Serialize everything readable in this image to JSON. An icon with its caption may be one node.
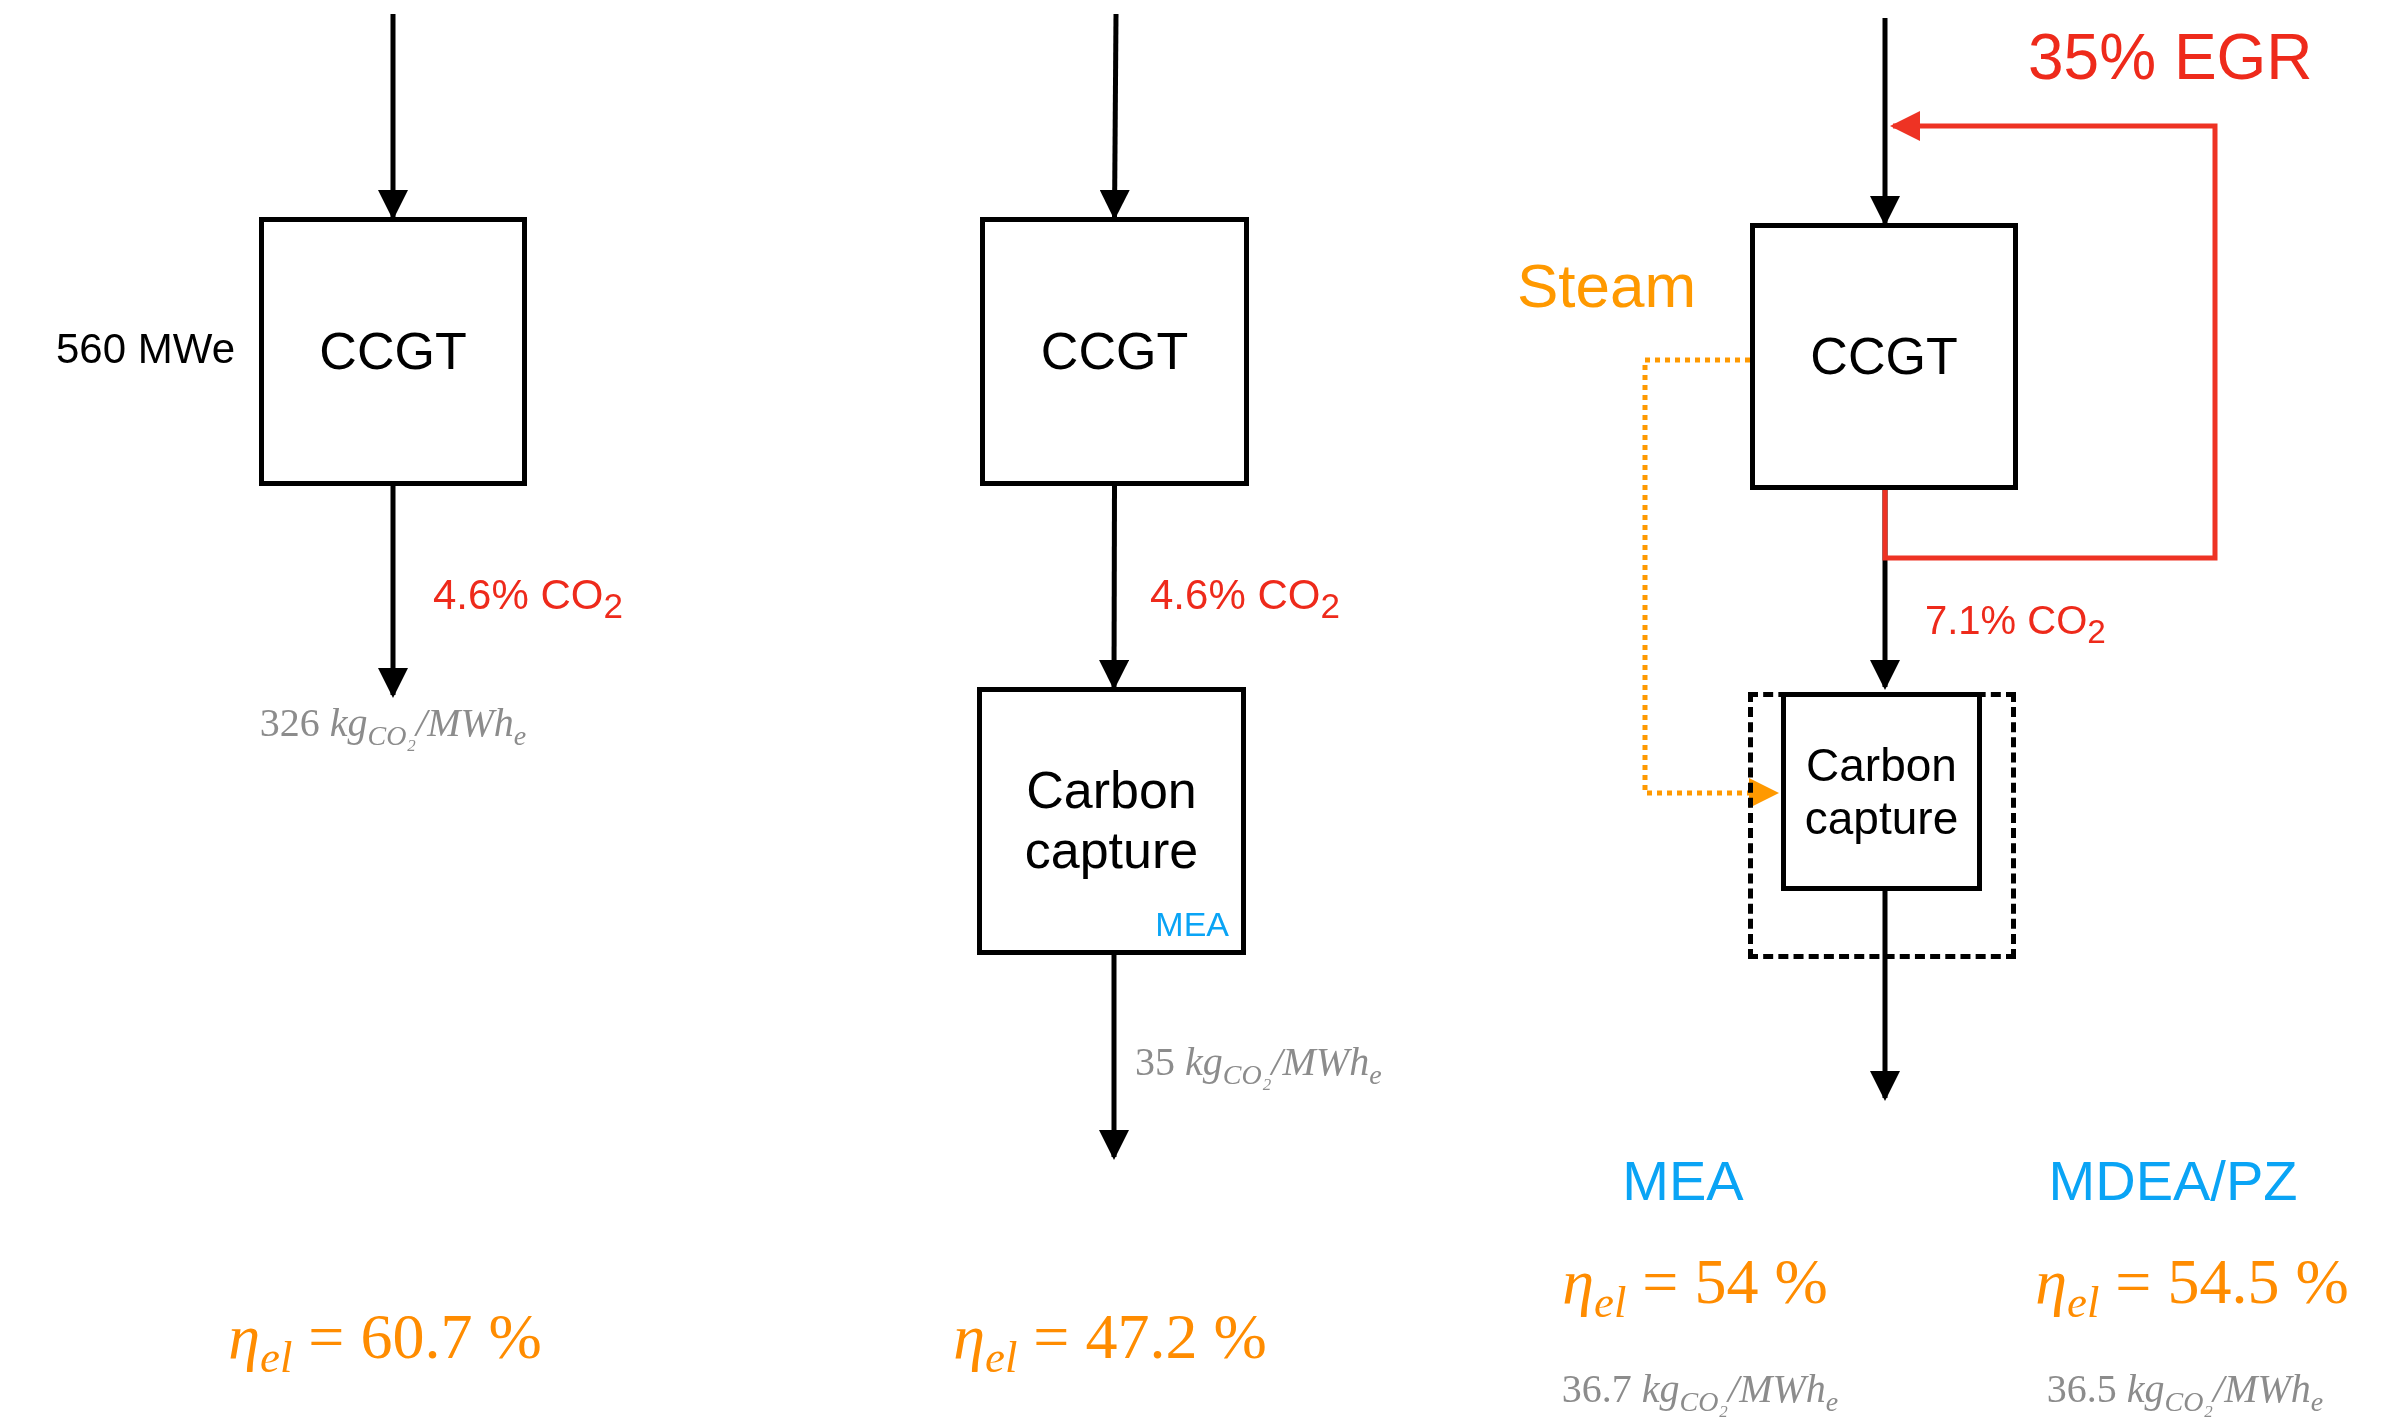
{
  "diagram": {
    "nodes": [
      {
        "text": [
          "CCGT"
        ],
        "beside": [
          "560 MWe"
        ]
      },
      {
        "text": [
          "CCGT"
        ]
      },
      {
        "text": [
          "Carbon capture",
          "MEA"
        ]
      },
      {
        "text": [
          "CCGT"
        ]
      },
      {
        "text": [],
        "shape": "box"
      },
      {
        "text": [
          "Carbon capture"
        ],
        "in": 4
      },
      {
        "text": [
          "326 *kg*$_{CO₂}$*/MWh*$_{e}$"
        ]
      }
    ],
    "edges": [
      {
        "from": null,
        "to": 0,
        "arrow": "to"
      },
      {
        "from": 0,
        "to": 6,
        "arrow": "to",
        "label": "4.6% CO$_{2}$"
      },
      {
        "from": null,
        "to": 1,
        "arrow": "to"
      },
      {
        "from": 1,
        "to": 2,
        "arrow": "to",
        "label": "4.6% CO$_{2}$"
      },
      {
        "from": 2,
        "to": null,
        "arrow": "to",
        "label": "35 *kg*$_{CO₂}$*/MWh*$_{e}$"
      },
      {
        "from": null,
        "to": 3,
        "arrow": "to"
      },
      {
        "from": 3,
        "to": 5,
        "arrow": "to",
        "label": "7.1% CO$_{2}$"
      },
      {
        "from": 3,
        "to": null,
        "arrow": "to",
        "label": "35% EGR",
        "color": "#ee3324"
      },
      {
        "from": 3,
        "to": 5,
        "arrow": "to",
        "label": "Steam",
        "style": "dashed",
        "color": "#ff9900"
      },
      {
        "from": 5,
        "to": null,
        "arrow": "to"
      }
    ],
    "labels": [
      "MEA",
      "MDEA/PZ",
      "*η*$_{el}$ = 54 %",
      "*η*$_{el}$ = 54.5 %",
      "*η*$_{el}$ = 60.7 %",
      "*η*$_{el}$ = 47.2 %",
      "36.7 *kg*$_{CO₂}$*/MWh*$_{e}$",
      "36.5 *kg*$_{CO₂}$*/MWh*$_{e}$"
    ]
  }
}
